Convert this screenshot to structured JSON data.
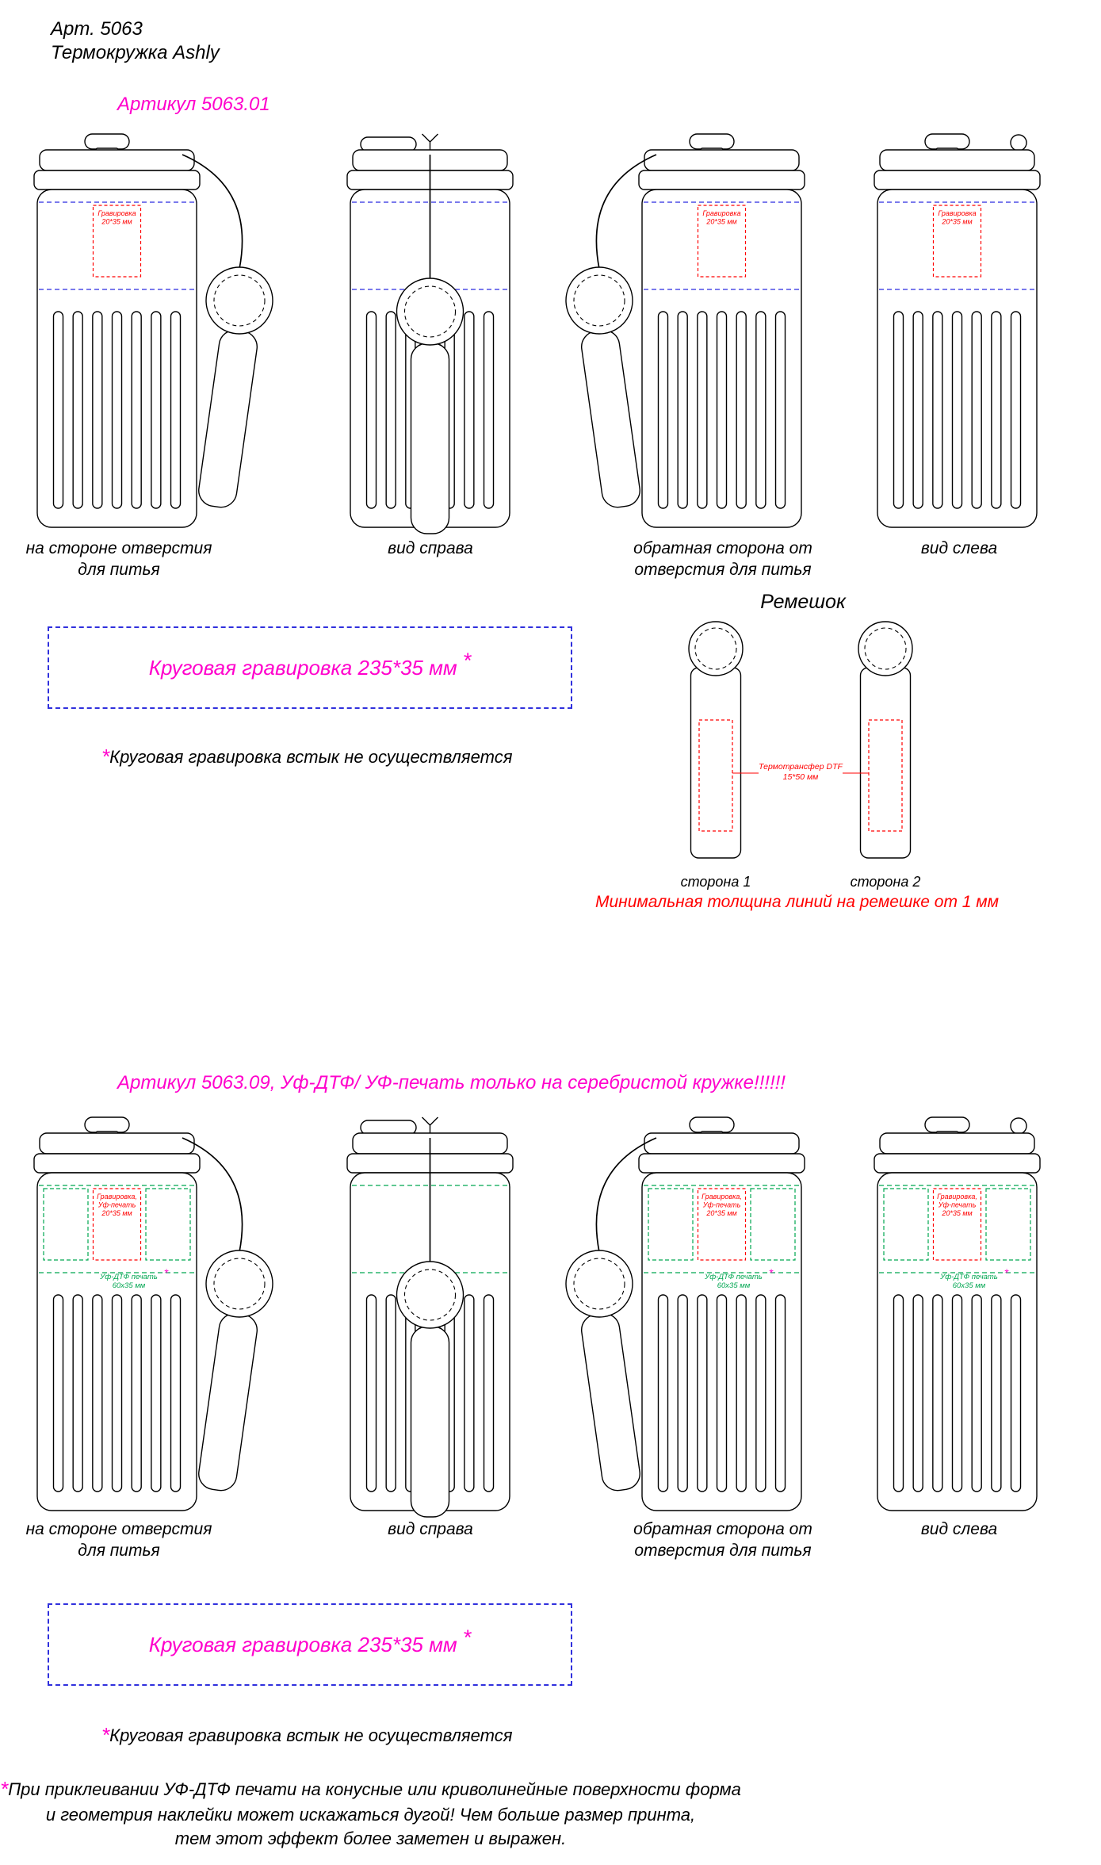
{
  "symbols": {
    "asterisk": "*"
  },
  "colors": {
    "magenta": "#ff00cc",
    "red": "#ff0000",
    "blue": "#2a2ae0",
    "green": "#00a651",
    "outline": "#000000"
  },
  "header": {
    "line1": "Арт. 5063",
    "line2": "Термокружка Ashly"
  },
  "section1": {
    "title": "Артикул 5063.01",
    "views": [
      {
        "caption": "на стороне отверстия\nдля питья"
      },
      {
        "caption": "вид справа"
      },
      {
        "caption": "обратная сторона от\nотверстия для питья"
      },
      {
        "caption": "вид слева"
      }
    ],
    "engraving_zone_label": [
      "Гравировка",
      "20*35 мм"
    ],
    "circular_engraving": "Круговая гравировка 235*35 мм",
    "note": "Круговая гравировка встык не осуществляется",
    "strap_detail": {
      "title": "Ремешок",
      "dtf_label": [
        "Термотрансфер DTF",
        "15*50 мм"
      ],
      "side1": "сторона 1",
      "side2": "сторона 2",
      "note": "Минимальная толщина линий на ремешке от 1 мм"
    }
  },
  "section2": {
    "title": "Артикул 5063.09, Уф-ДТФ/ УФ-печать только на серебристой кружке!!!!!!",
    "views": [
      {
        "caption": "на стороне отверстия\nдля питья"
      },
      {
        "caption": "вид справа"
      },
      {
        "caption": "обратная сторона от\nотверстия для питья"
      },
      {
        "caption": "вид слева"
      }
    ],
    "engraving_zone_label": [
      "Гравировка,",
      "Уф-печать",
      "20*35 мм"
    ],
    "uv_print_label": [
      "Уф-ДТФ печать",
      "60x35 мм"
    ],
    "circular_engraving": "Круговая гравировка 235*35 мм",
    "note": "Круговая гравировка встык не осуществляется",
    "warning": "При приклеивании УФ-ДТФ печати на конусные или криволинейные поверхности форма\nи геометрия наклейки может искажаться дугой! Чем больше размер принта,\nтем этот эффект более заметен и выражен."
  }
}
